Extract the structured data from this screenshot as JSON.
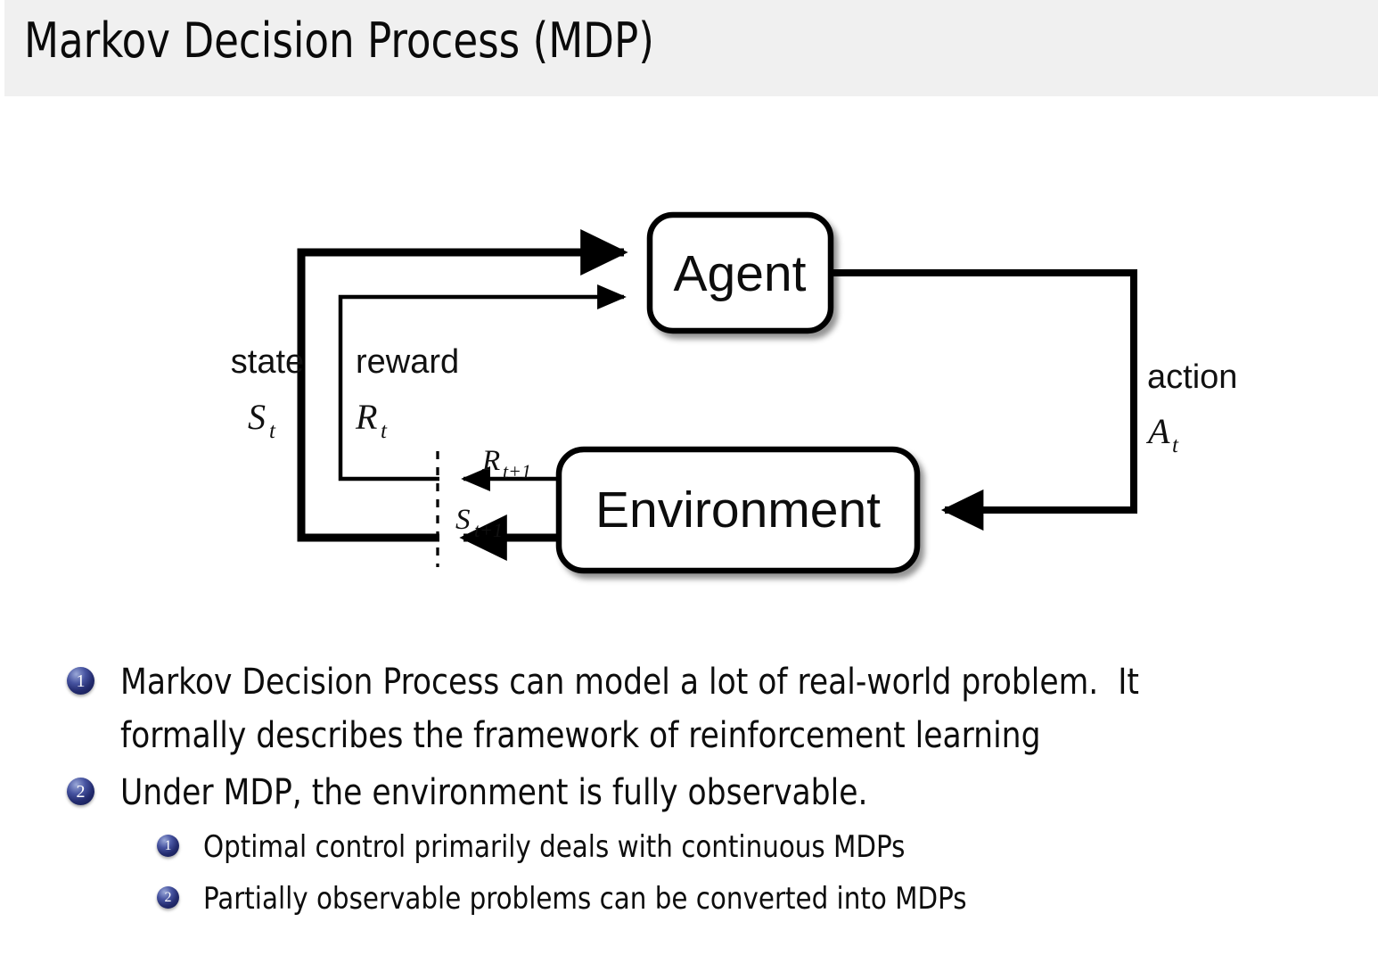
{
  "header": {
    "title": "Markov Decision Process (MDP)",
    "background_color": "#f0f0f0"
  },
  "diagram": {
    "name": "agent-environment-interaction-loop",
    "boxes": [
      {
        "id": "agent",
        "label": "Agent"
      },
      {
        "id": "environment",
        "label": "Environment"
      }
    ],
    "labels": {
      "state_word": "state",
      "state_symbol": "S",
      "state_symbol_sub": "t",
      "reward_word": "reward",
      "reward_symbol": "R",
      "reward_symbol_sub": "t",
      "action_word": "action",
      "action_symbol": "A",
      "action_symbol_sub": "t",
      "reward_next_symbol": "R",
      "reward_next_sub": "t+1",
      "state_next_symbol": "S",
      "state_next_sub": "t+1"
    },
    "edges": [
      {
        "from": "environment",
        "to": "agent",
        "label": "state S_t"
      },
      {
        "from": "environment",
        "to": "agent",
        "label": "reward R_t"
      },
      {
        "from": "agent",
        "to": "environment",
        "label": "action A_t"
      },
      {
        "from": "environment",
        "to": "boundary",
        "label": "R_{t+1}"
      },
      {
        "from": "environment",
        "to": "boundary",
        "label": "S_{t+1}"
      }
    ],
    "stroke_color": "#000000"
  },
  "bullets": {
    "items": [
      {
        "marker": "1",
        "lines": [
          "Markov Decision Process can model a lot of real-world problem.  It",
          "formally describes the framework of reinforcement learning"
        ]
      },
      {
        "marker": "2",
        "lines": [
          "Under MDP, the environment is fully observable."
        ],
        "sub_items": [
          {
            "marker": "1",
            "text": "Optimal control primarily deals with continuous MDPs"
          },
          {
            "marker": "2",
            "text": "Partially observable problems can be converted into MDPs"
          }
        ]
      }
    ],
    "marker_color": "#2a3480"
  }
}
